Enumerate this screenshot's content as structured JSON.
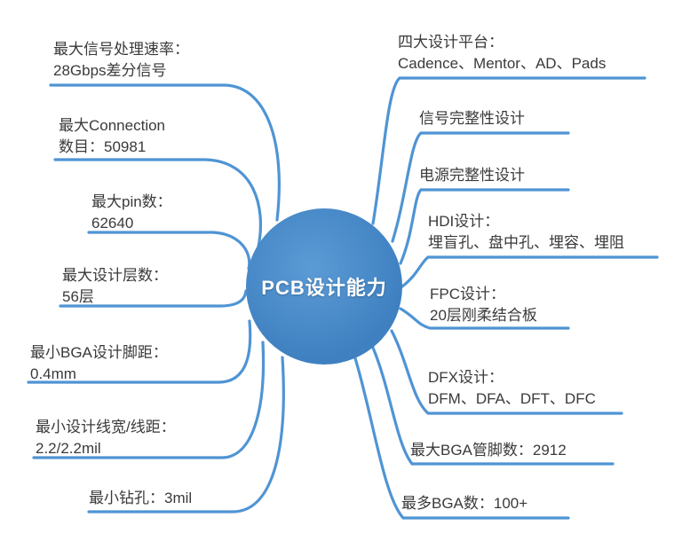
{
  "title": "PCB设计能力",
  "colors": {
    "node-fill": "#3f80c1",
    "node-fill-light": "#5b9bd5",
    "line": "#4f94d4",
    "text": "#3a3a3a",
    "node-text": "#ffffff"
  },
  "branches": {
    "left": [
      {
        "lines": [
          "最大信号处理速率：",
          "28Gbps差分信号"
        ]
      },
      {
        "lines": [
          "最大Connection",
          "数目：50981"
        ]
      },
      {
        "lines": [
          "最大pin数：",
          "62640"
        ]
      },
      {
        "lines": [
          "最大设计层数：",
          "56层"
        ]
      },
      {
        "lines": [
          "最小BGA设计脚距：",
          "0.4mm"
        ]
      },
      {
        "lines": [
          "最小设计线宽/线距：",
          "2.2/2.2mil"
        ]
      },
      {
        "lines": [
          "最小钻孔：3mil"
        ]
      }
    ],
    "right": [
      {
        "lines": [
          "四大设计平台：",
          "Cadence、Mentor、AD、Pads"
        ]
      },
      {
        "lines": [
          "信号完整性设计"
        ]
      },
      {
        "lines": [
          "电源完整性设计"
        ]
      },
      {
        "lines": [
          "HDI设计：",
          "埋盲孔、盘中孔、埋容、埋阻"
        ]
      },
      {
        "lines": [
          "FPC设计：",
          "20层刚柔结合板"
        ]
      },
      {
        "lines": [
          "DFX设计：",
          "DFM、DFA、DFT、DFC"
        ]
      },
      {
        "lines": [
          "最大BGA管脚数：2912"
        ]
      },
      {
        "lines": [
          "最多BGA数：100+"
        ]
      }
    ]
  }
}
